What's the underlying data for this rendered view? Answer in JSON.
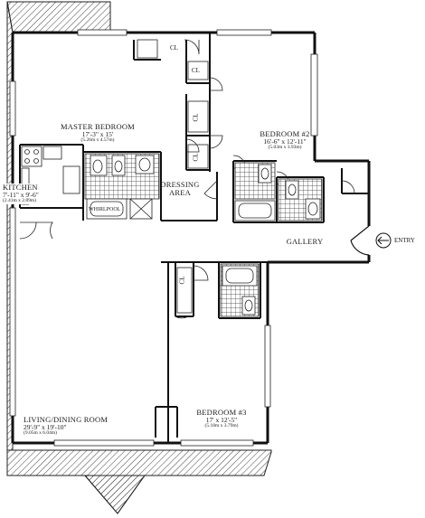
{
  "rooms": {
    "master": {
      "name": "MASTER BEDROOM",
      "dims": "17'-3\" x 15'",
      "metric": "(5.26m x 4.57m)"
    },
    "bedroom2": {
      "name": "BEDROOM #2",
      "dims": "16'-6\" x 12'-11\"",
      "metric": "(5.03m x 3.93m)"
    },
    "kitchen": {
      "name": "KITCHEN",
      "dims": "7'-11\" x 9'-6\"",
      "metric": "(2.41m x 2.89m)"
    },
    "dressing": {
      "line1": "DRESSING",
      "line2": "AREA"
    },
    "gallery": {
      "name": "GALLERY"
    },
    "bedroom3": {
      "name": "BEDROOM #3",
      "dims": "17' x 12'-5\"",
      "metric": "(5.18m x 3.79m)"
    },
    "living": {
      "name": "LIVING/DINING ROOM",
      "dims": "29'-9\" x 19'-10\"",
      "metric": "(9.05m x 6.04m)"
    }
  },
  "labels": {
    "entry": "ENTRY",
    "whirlpool": "WHIRLPOOL",
    "closet": "CL"
  }
}
